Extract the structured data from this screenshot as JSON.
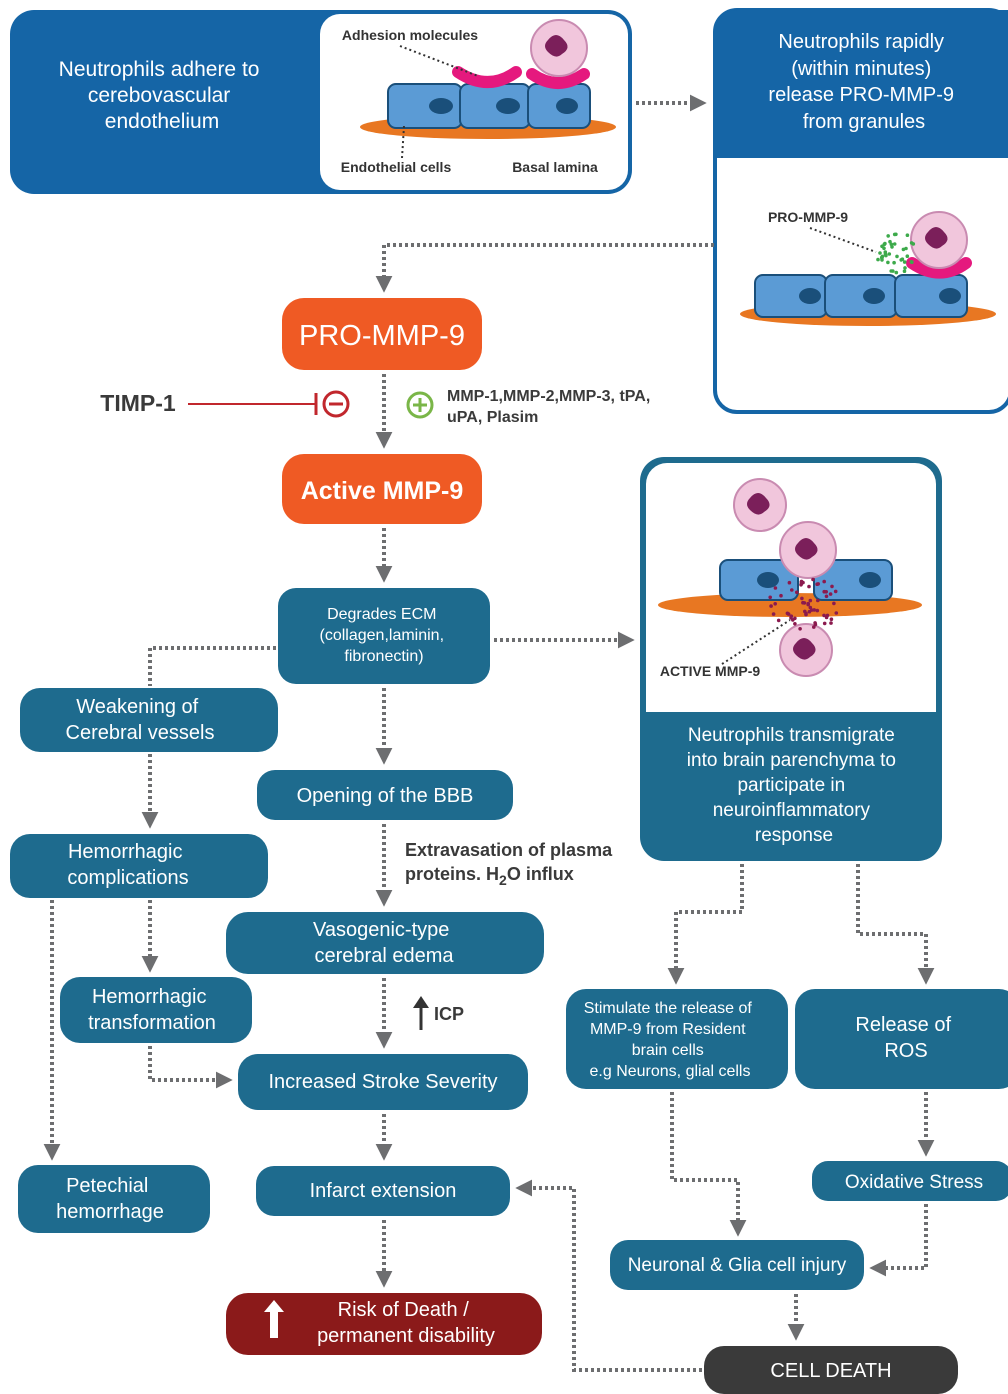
{
  "colors": {
    "blue_dark": "#1565a6",
    "teal": "#1e6b8e",
    "orange": "#ef5a24",
    "maroon": "#8b1a1a",
    "charcoal": "#3a3a3a",
    "membrane": "#e87722",
    "cell_blue": "#5b9bd5",
    "neutrophil": "#f1c6dc",
    "nucleus": "#7b1f5a",
    "adhesion": "#e5197e",
    "promm_dots": "#3daa4b",
    "active_dots": "#8b1a4e",
    "inhibit_red": "#c1272d",
    "plus_green": "#7ab648",
    "arrow_gray": "#6d6e70"
  },
  "panel_top_left": {
    "lines": [
      "Neutrophils adhere to",
      "cerebovascular",
      "endothelium"
    ],
    "illustration": {
      "adhesion_label": "Adhesion molecules",
      "endothelial_label": "Endothelial cells",
      "basal_label": "Basal lamina"
    }
  },
  "panel_top_right": {
    "lines": [
      "Neutrophils rapidly",
      "(within minutes)",
      "release PRO-MMP-9",
      "from granules"
    ],
    "illustration_label": "PRO-MMP-9"
  },
  "pro_mmp9": "PRO-MMP-9",
  "timp1": "TIMP-1",
  "activators": [
    "MMP-1,MMP-2,MMP-3, tPA,",
    "uPA, Plasim"
  ],
  "active_mmp9": "Active MMP-9",
  "degrades_ecm": [
    "Degrades ECM",
    "(collagen,laminin,",
    "fibronectin)"
  ],
  "weakening": [
    "Weakening of",
    "Cerebral vessels"
  ],
  "opening_bbb": "Opening of the BBB",
  "extravasation": [
    "Extravasation of plasma",
    "proteins. H",
    "2",
    "O influx"
  ],
  "hemorrhagic_complications": [
    "Hemorrhagic",
    "complications"
  ],
  "vasogenic": [
    "Vasogenic-type",
    "cerebral edema"
  ],
  "icp": "ICP",
  "hemorrhagic_transformation": [
    "Hemorrhagic",
    "transformation"
  ],
  "increased_severity": "Increased Stroke Severity",
  "petechial": [
    "Petechial",
    "hemorrhage"
  ],
  "infarct": "Infarct extension",
  "risk": [
    "Risk of Death /",
    "permanent  disability"
  ],
  "panel_right_mid": {
    "illustration_label": "ACTIVE MMP-9",
    "lines": [
      "Neutrophils transmigrate",
      "into brain parenchyma to",
      "participate in",
      "neuroinflammatory",
      "response"
    ]
  },
  "stimulate": [
    "Stimulate the release of",
    "MMP-9 from Resident",
    "brain cells",
    "e.g Neurons, glial cells"
  ],
  "ros": [
    "Release of",
    "ROS"
  ],
  "oxidative": "Oxidative Stress",
  "neuronal_injury": "Neuronal & Glia cell injury",
  "cell_death": "CELL DEATH"
}
